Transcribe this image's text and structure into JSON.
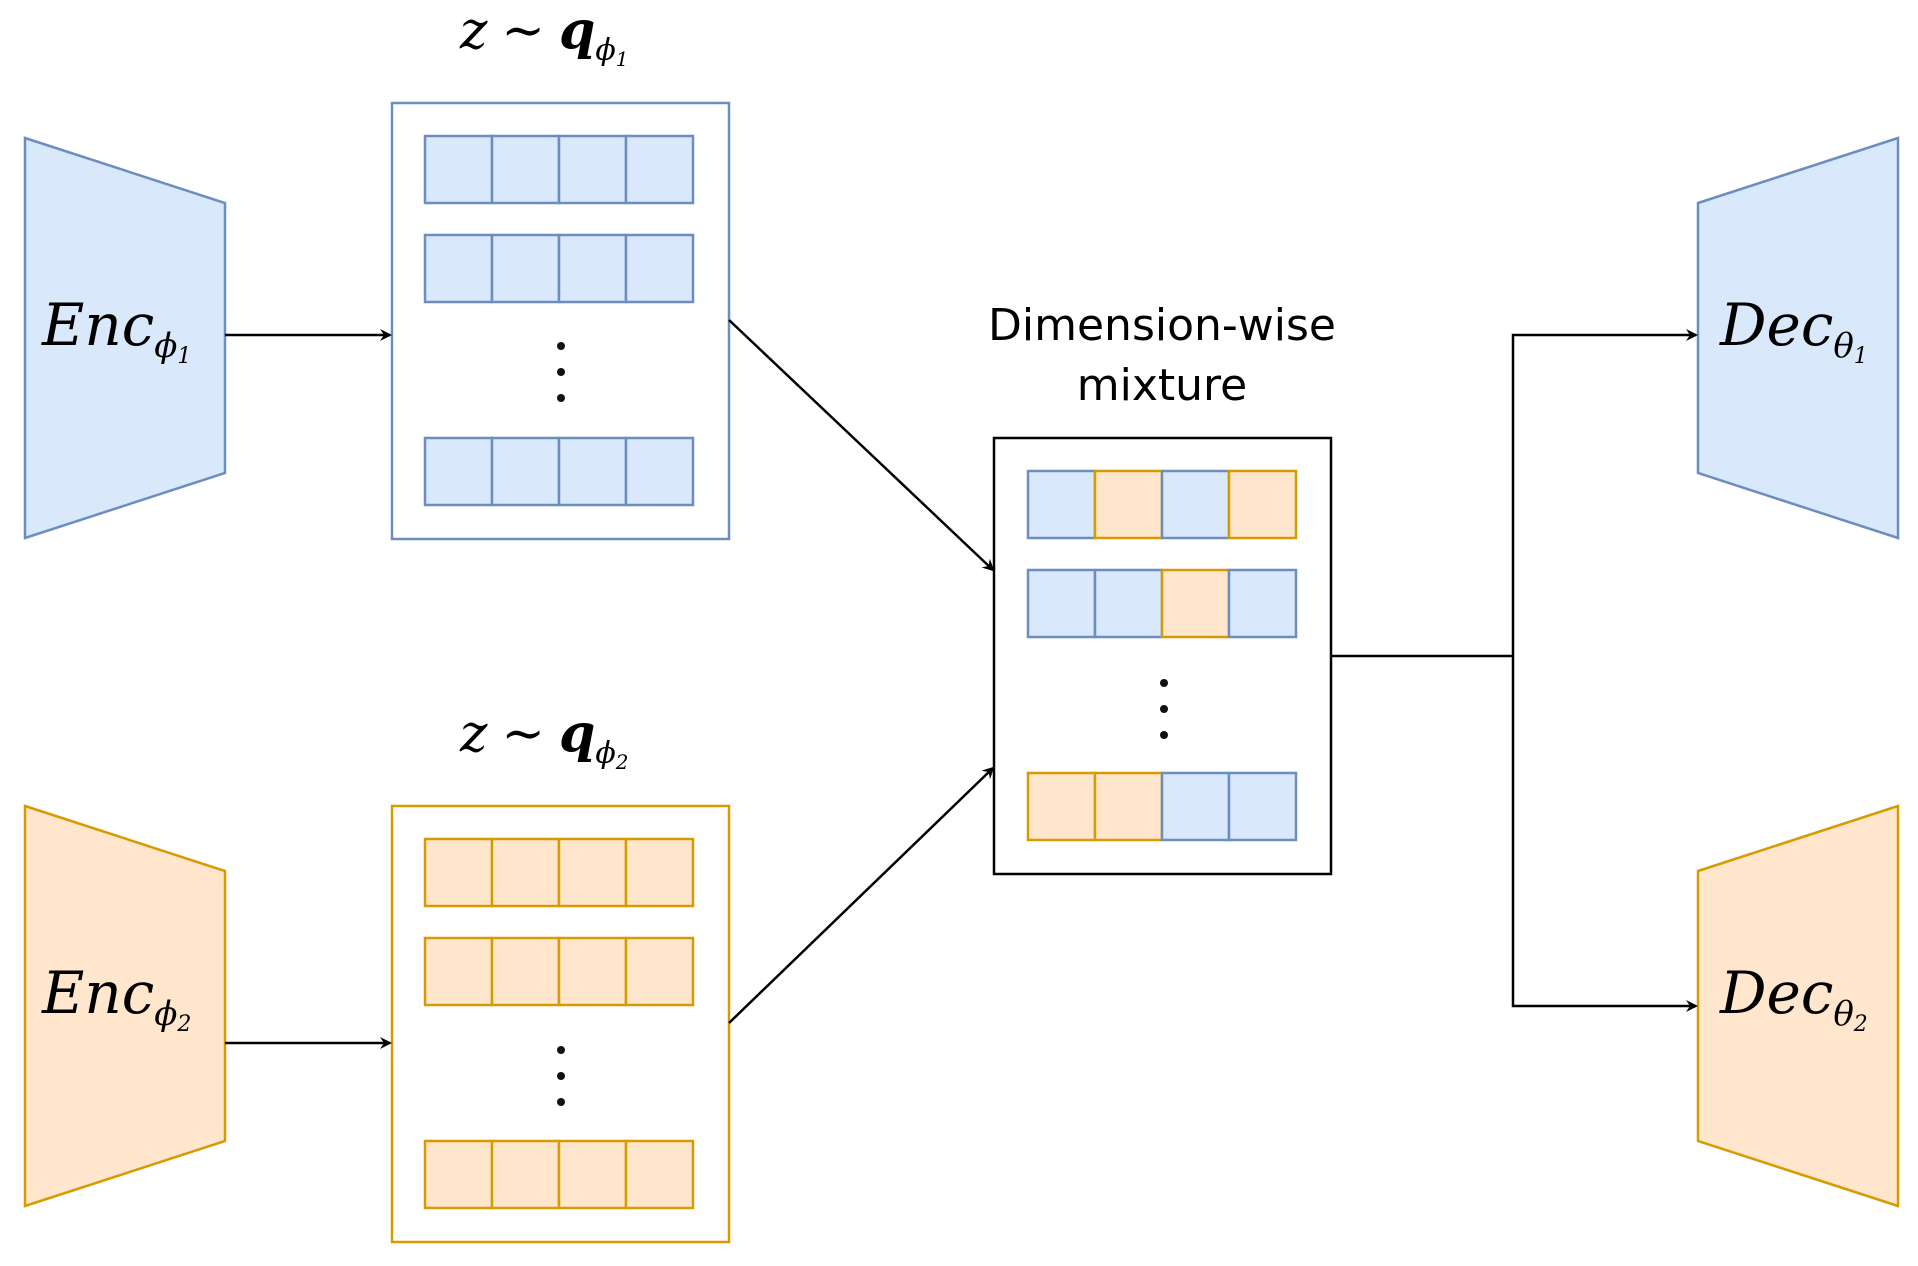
{
  "colors": {
    "blue_fill": "#dae8fc",
    "blue_stroke": "#6c8ebf",
    "orange_fill": "#ffe6cc",
    "orange_stroke": "#d79b00",
    "line": "#000000"
  },
  "encoders": [
    {
      "id": "enc1",
      "name": "Enc",
      "subscript": "ϕ",
      "subscript_index": "1",
      "color": "blue"
    },
    {
      "id": "enc2",
      "name": "Enc",
      "subscript": "ϕ",
      "subscript_index": "2",
      "color": "orange"
    }
  ],
  "decoders": [
    {
      "id": "dec1",
      "name": "Dec",
      "subscript": "θ",
      "subscript_index": "1",
      "color": "blue"
    },
    {
      "id": "dec2",
      "name": "Dec",
      "subscript": "θ",
      "subscript_index": "2",
      "color": "orange"
    }
  ],
  "latents": [
    {
      "id": "latent1",
      "label_z": "z",
      "label_tilde": "∼",
      "label_q": "q",
      "subscript": "ϕ",
      "subscript_index": "1",
      "color": "blue",
      "rows": [
        [
          "blue",
          "blue",
          "blue",
          "blue"
        ],
        [
          "blue",
          "blue",
          "blue",
          "blue"
        ],
        [
          "blue",
          "blue",
          "blue",
          "blue"
        ]
      ]
    },
    {
      "id": "latent2",
      "label_z": "z",
      "label_tilde": "∼",
      "label_q": "q",
      "subscript": "ϕ",
      "subscript_index": "2",
      "color": "orange",
      "rows": [
        [
          "orange",
          "orange",
          "orange",
          "orange"
        ],
        [
          "orange",
          "orange",
          "orange",
          "orange"
        ],
        [
          "orange",
          "orange",
          "orange",
          "orange"
        ]
      ]
    }
  ],
  "mixture": {
    "title_line1": "Dimension-wise",
    "title_line2": "mixture",
    "rows": [
      [
        "blue",
        "orange",
        "blue",
        "orange"
      ],
      [
        "blue",
        "blue",
        "orange",
        "blue"
      ],
      [
        "orange",
        "orange",
        "blue",
        "blue"
      ]
    ]
  }
}
